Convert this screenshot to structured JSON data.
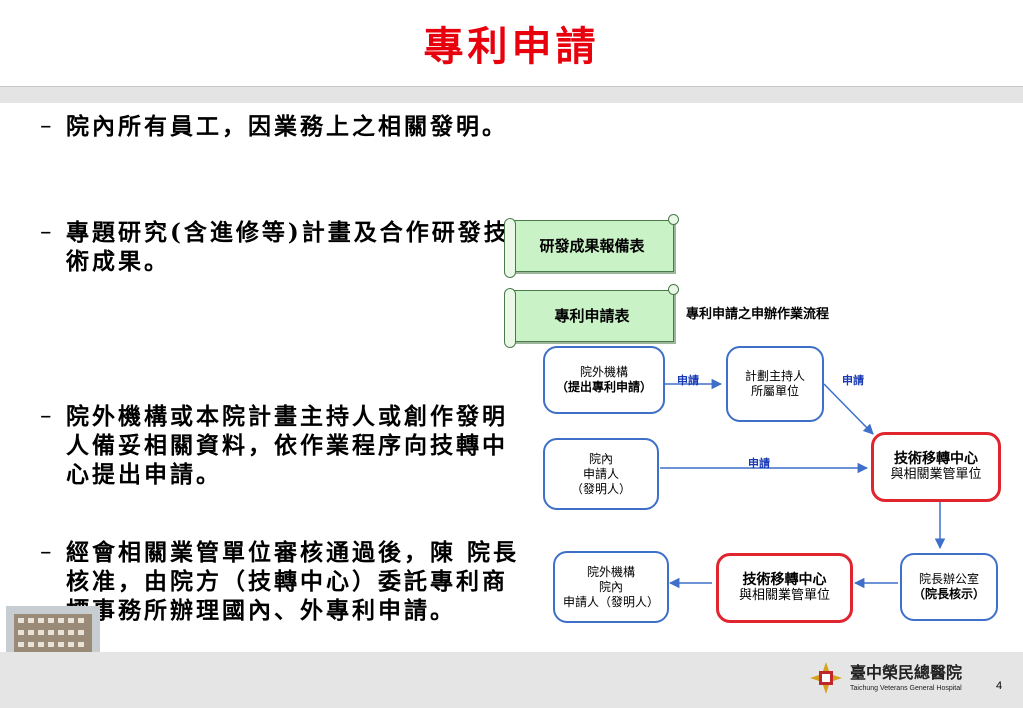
{
  "title": "專利申請",
  "bullets": [
    {
      "dash": "–",
      "text": "院內所有員工，因業務上之相關發明。"
    },
    {
      "dash": "–",
      "text": "專題研究(含進修等)計畫及合作研發技術成果。"
    },
    {
      "dash": "–",
      "text": "院外機構或本院計畫主持人或創作發明人備妥相關資料，依作業程序向技轉中心提出申請。"
    },
    {
      "dash": "–",
      "text": "經會相關業管單位審核通過後，陳 院長核准，由院方（技轉中心）委託專利商標事務所辦理國內、外專利申請。"
    }
  ],
  "forms": {
    "research_report": "研發成果報備表",
    "patent_application": "專利申請表"
  },
  "flow": {
    "caption": "專利申請之申辦作業流程",
    "external_org": {
      "line1": "院外機構",
      "line2": "（提出專利申請）"
    },
    "pi_unit": {
      "line1": "計劃主持人",
      "line2": "所屬單位"
    },
    "internal_applicant": {
      "line1": "院內",
      "line2": "申請人",
      "line3": "（發明人）"
    },
    "tech_center_1": {
      "line1": "技術移轉中心",
      "line2": "與相關業管單位"
    },
    "president_office": {
      "line1": "院長辦公室",
      "line2": "（院長核示）"
    },
    "tech_center_2": {
      "line1": "技術移轉中心",
      "line2": "與相關業管單位"
    },
    "result_box": {
      "line1": "院外機構",
      "line2": "院內",
      "line3": "申請人（發明人）"
    },
    "label_apply_1": "申請",
    "label_apply_2": "申請",
    "label_apply_3": "申請"
  },
  "footer": {
    "hospital_name": "臺中榮民總醫院",
    "hospital_name_en": "Taichung Veterans General Hospital",
    "page_number": "4"
  },
  "colors": {
    "title": "#e8000c",
    "flow_blue": "#3e6fc9",
    "flow_red": "#e0252f",
    "form_green": "#c9f2c6"
  }
}
